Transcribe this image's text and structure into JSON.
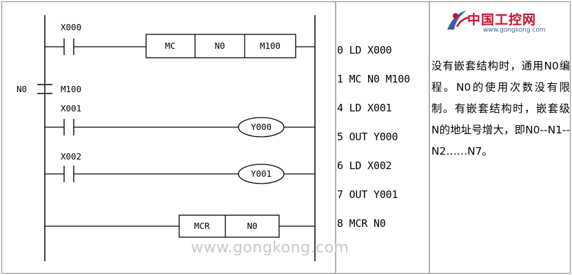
{
  "ladder": {
    "contacts": {
      "x000": "X000",
      "m100": "M100",
      "x001": "X001",
      "x002": "X002"
    },
    "nest_label": "N0",
    "mc_instruction": {
      "op": "MC",
      "nest": "N0",
      "device": "M100"
    },
    "mcr_instruction": {
      "op": "MCR",
      "nest": "N0"
    },
    "coils": {
      "y000": "Y000",
      "y001": "Y001"
    }
  },
  "program": [
    "0 LD X000",
    "1 MC N0 M100",
    "4 LD X001",
    "5 OUT Y000",
    "6 LD X002",
    "7 OUT Y001",
    "8 MCR N0"
  ],
  "description": "没有嵌套结构时，通用N0编程。N0的使用次数没有限制。有嵌套结构时，嵌套级 N的地址号增大，即N0--N1--N2……N7。",
  "logo": {
    "text": "中国工控网",
    "url": "www.gongkong.com"
  },
  "watermark": "www.gongkong.com",
  "colors": {
    "logo_red": "#c8102e",
    "logo_blue": "#3a5fa0",
    "line": "#000000"
  }
}
